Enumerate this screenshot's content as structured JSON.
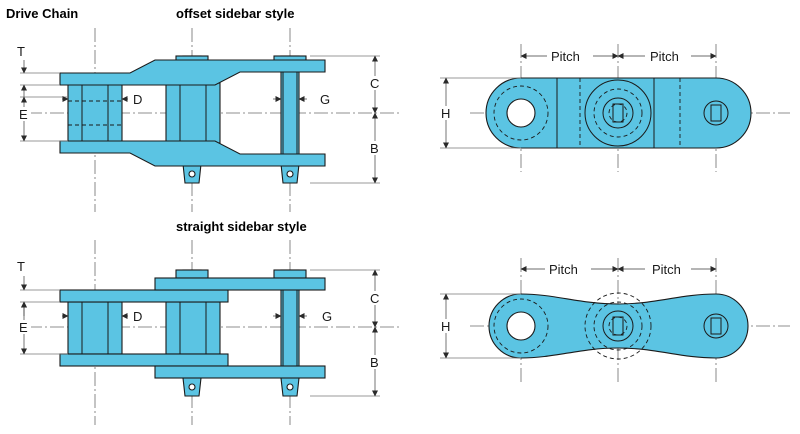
{
  "diagram": {
    "header": "Drive Chain",
    "offset_title": "offset sidebar style",
    "straight_title": "straight sidebar style",
    "labels": {
      "t": "T",
      "e": "E",
      "d": "D",
      "g": "G",
      "c": "C",
      "b": "B",
      "h": "H",
      "pitch": "Pitch"
    }
  },
  "colors": {
    "chain_fill": "#5bc4e3",
    "outline": "#1a1a1a",
    "centerline": "#6b6b6b"
  }
}
